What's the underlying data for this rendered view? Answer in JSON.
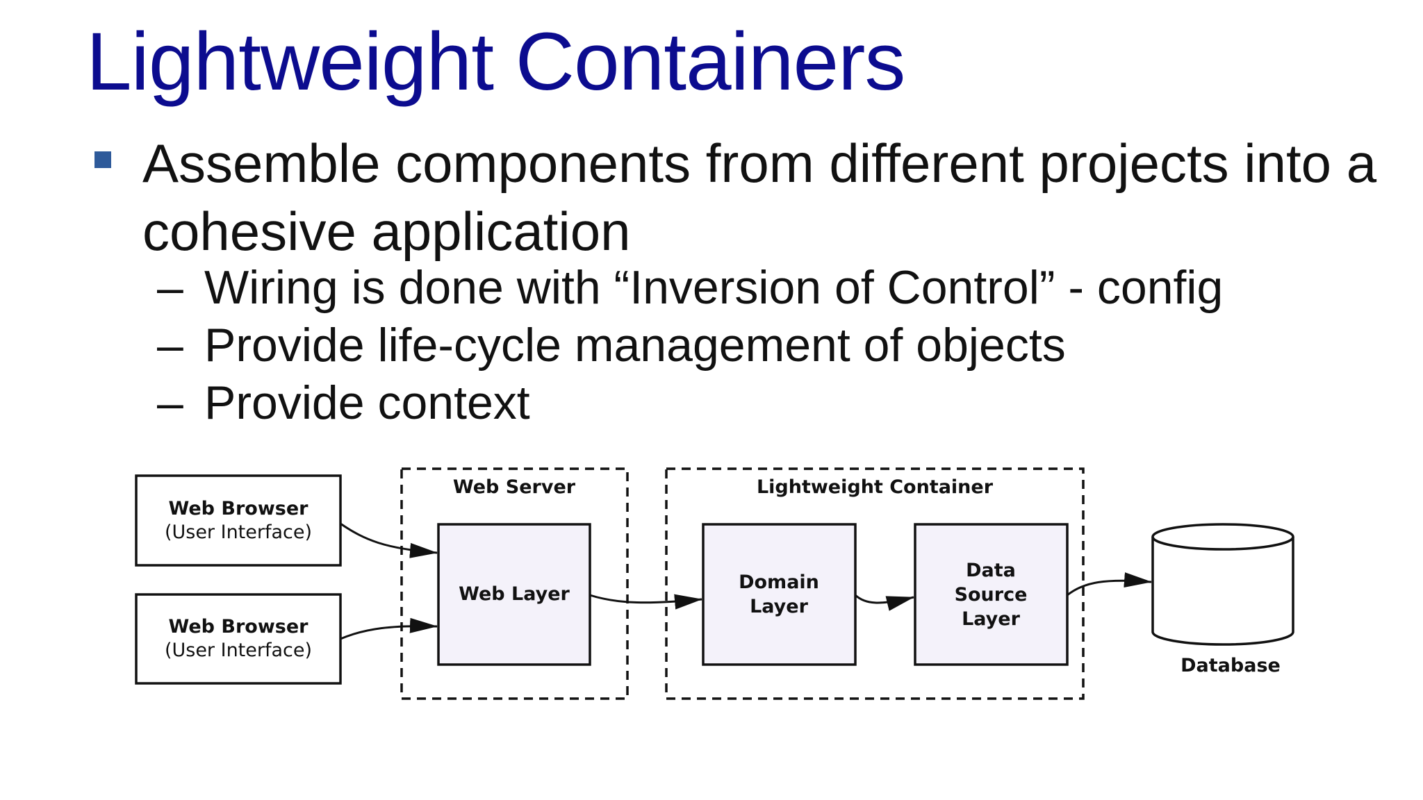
{
  "slide": {
    "title": "Lightweight Containers",
    "bullet_text": "Assemble components from different projects into a cohesive application",
    "sub_bullets": [
      "Wiring is done with “Inversion of Control” - config",
      "Provide life-cycle management of objects",
      "Provide context"
    ],
    "dash": "–"
  },
  "diagram": {
    "browser1": {
      "title": "Web Browser",
      "subtitle": "(User Interface)"
    },
    "browser2": {
      "title": "Web Browser",
      "subtitle": "(User Interface)"
    },
    "web_server": {
      "label": "Web Server"
    },
    "web_layer": {
      "label": "Web Layer"
    },
    "container": {
      "label": "Lightweight Container"
    },
    "domain_layer": {
      "line1": "Domain",
      "line2": "Layer"
    },
    "data_source_layer": {
      "line1": "Data",
      "line2": "Source",
      "line3": "Layer"
    },
    "database": {
      "label": "Database"
    }
  },
  "colors": {
    "title": "#0c0c8f",
    "bullet": "#2e5a9a",
    "text": "#111111",
    "box_fill": "#f4f2fa"
  }
}
